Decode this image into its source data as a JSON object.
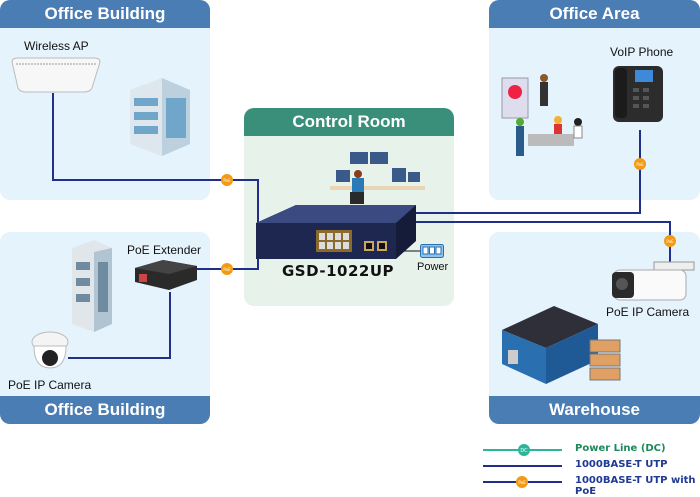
{
  "zones": {
    "office_building_top": {
      "title": "Office Building"
    },
    "office_area": {
      "title": "Office Area"
    },
    "control_room": {
      "title": "Control Room"
    },
    "office_building_bottom": {
      "title": "Office Building"
    },
    "warehouse": {
      "title": "Warehouse"
    }
  },
  "devices": {
    "wireless_ap": {
      "label": "Wireless AP"
    },
    "voip_phone": {
      "label": "VoIP Phone"
    },
    "switch": {
      "model": "GSD-1022UP",
      "power_label": "Power"
    },
    "poe_extender": {
      "label": "PoE Extender"
    },
    "dome_camera": {
      "label": "PoE IP Camera"
    },
    "bullet_camera": {
      "label": "PoE IP Camera"
    }
  },
  "badges": {
    "poe": "PoE",
    "dc": "DC"
  },
  "legend": [
    {
      "label": "Power Line (DC)",
      "color": "#1a8a5a",
      "line_color": "#2bb59a",
      "badge": "DC"
    },
    {
      "label": "1000BASE-T UTP",
      "color": "#1f3a93",
      "line_color": "#1f2f8a",
      "badge": ""
    },
    {
      "label": "1000BASE-T UTP with PoE",
      "color": "#1f3a93",
      "line_color": "#1f2f8a",
      "badge": "PoE"
    }
  ],
  "colors": {
    "zone_header": "#4a7db4",
    "control_header": "#3a8f7b",
    "utp": "#1f2f8a",
    "poe_badge": "#f39a12",
    "dc_line": "#2bb59a"
  }
}
